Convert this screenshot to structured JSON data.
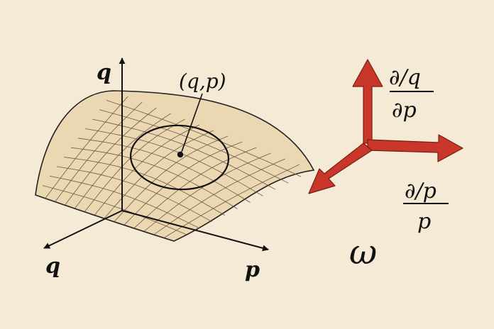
{
  "background_color": "#f5ead5",
  "surface_fill_color": "#ecd7b3",
  "ink_color": "#111111",
  "arrow_color": "#c8372a",
  "labels": {
    "axis_vertical": "q",
    "axis_left": "q",
    "axis_right": "p",
    "point": "(q,p)",
    "top_fraction_numerator": "∂/q",
    "top_fraction_denominator": "∂p",
    "right_fraction_numerator": "∂/p",
    "right_fraction_denominator": "p",
    "symplectic_form": "ω"
  }
}
